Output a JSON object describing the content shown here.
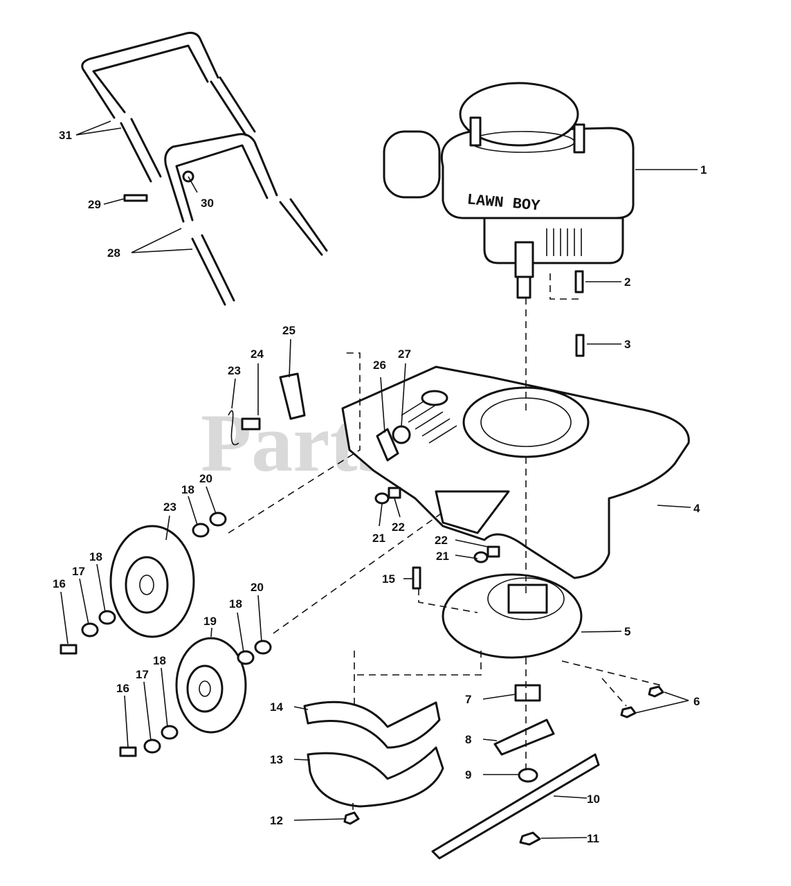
{
  "diagram": {
    "watermark": "PartsTree",
    "brand_label": "LAWN BOY",
    "callouts": [
      {
        "id": "1",
        "label": "1"
      },
      {
        "id": "2",
        "label": "2"
      },
      {
        "id": "3",
        "label": "3"
      },
      {
        "id": "4",
        "label": "4"
      },
      {
        "id": "5",
        "label": "5"
      },
      {
        "id": "6",
        "label": "6"
      },
      {
        "id": "7",
        "label": "7"
      },
      {
        "id": "8",
        "label": "8"
      },
      {
        "id": "9",
        "label": "9"
      },
      {
        "id": "10",
        "label": "10"
      },
      {
        "id": "11",
        "label": "11"
      },
      {
        "id": "12",
        "label": "12"
      },
      {
        "id": "13",
        "label": "13"
      },
      {
        "id": "14",
        "label": "14"
      },
      {
        "id": "15",
        "label": "15"
      },
      {
        "id": "16a",
        "label": "16"
      },
      {
        "id": "16b",
        "label": "16"
      },
      {
        "id": "17a",
        "label": "17"
      },
      {
        "id": "17b",
        "label": "17"
      },
      {
        "id": "18a",
        "label": "18"
      },
      {
        "id": "18b",
        "label": "18"
      },
      {
        "id": "18c",
        "label": "18"
      },
      {
        "id": "18d",
        "label": "18"
      },
      {
        "id": "19",
        "label": "19"
      },
      {
        "id": "20a",
        "label": "20"
      },
      {
        "id": "20b",
        "label": "20"
      },
      {
        "id": "21a",
        "label": "21"
      },
      {
        "id": "21b",
        "label": "21"
      },
      {
        "id": "22a",
        "label": "22"
      },
      {
        "id": "22b",
        "label": "22"
      },
      {
        "id": "23a",
        "label": "23"
      },
      {
        "id": "23b",
        "label": "23"
      },
      {
        "id": "24",
        "label": "24"
      },
      {
        "id": "25",
        "label": "25"
      },
      {
        "id": "26",
        "label": "26"
      },
      {
        "id": "27",
        "label": "27"
      },
      {
        "id": "28",
        "label": "28"
      },
      {
        "id": "29",
        "label": "29"
      },
      {
        "id": "30",
        "label": "30"
      },
      {
        "id": "31",
        "label": "31"
      }
    ]
  }
}
